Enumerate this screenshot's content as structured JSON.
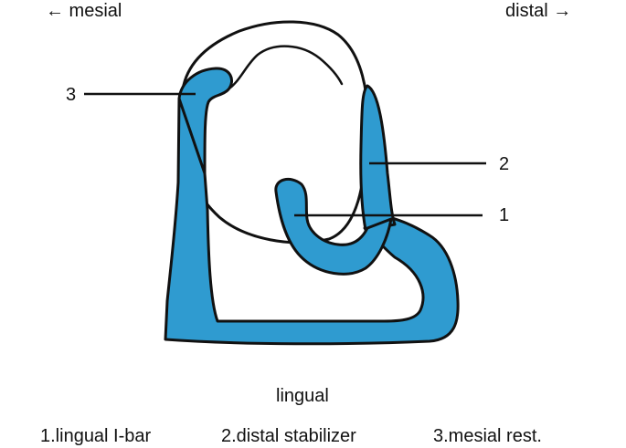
{
  "orientation": {
    "mesial": "← mesial",
    "distal": "distal →",
    "lingual": "lingual"
  },
  "callouts": {
    "c1": "1",
    "c2": "2",
    "c3": "3"
  },
  "legend": {
    "item1": "1.lingual I-bar",
    "item2": "2.distal stabilizer",
    "item3": "3.mesial rest."
  },
  "colors": {
    "clasp_fill": "#2f9bd0",
    "outline": "#111111",
    "tooth_fill": "#ffffff"
  }
}
